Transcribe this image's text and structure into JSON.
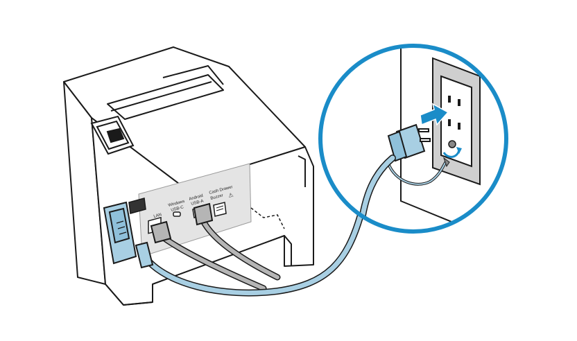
{
  "ports": {
    "lan": "LAN",
    "windows": "Windows",
    "usb_c": "USB-C",
    "android": "Android",
    "usb_a": "USB-A",
    "cash_drawer": "Cash Drawer",
    "buzzer": "Buzzer",
    "warning_symbol": "⚠"
  },
  "colors": {
    "outline": "#1a1a1a",
    "cable_blue": "#a8cfe3",
    "cable_gray": "#b5b5b5",
    "accent_blue": "#1a8cc8",
    "wall_gray": "#cfcfcf",
    "arrow_blue": "#1a8cc8"
  },
  "icons": [
    "power-switch-icon",
    "warning-icon",
    "insert-arrow-icon",
    "rotate-arrow-icon"
  ]
}
